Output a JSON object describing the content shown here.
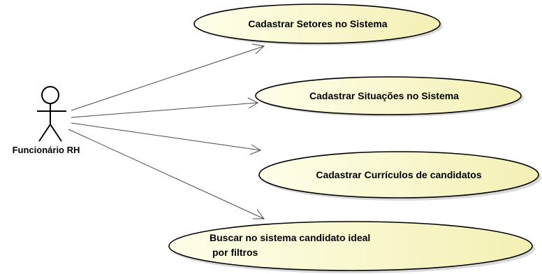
{
  "diagram": {
    "type": "use-case",
    "actor": {
      "name": "Funcionário RH"
    },
    "use_cases": [
      {
        "lines": [
          "Cadastrar Setores no Sistema"
        ]
      },
      {
        "lines": [
          "Cadastrar Situações no Sistema"
        ]
      },
      {
        "lines": [
          "Cadastrar Currículos de candidatos"
        ]
      },
      {
        "lines": [
          "Buscar no sistema candidato ideal",
          "por filtros"
        ]
      }
    ],
    "colors": {
      "usecase_fill_light": "#ffffea",
      "usecase_fill_dark": "#f3f0b4",
      "outline": "#000000",
      "shadow": "#d9d9d9",
      "association": "#4a4a4a"
    }
  }
}
